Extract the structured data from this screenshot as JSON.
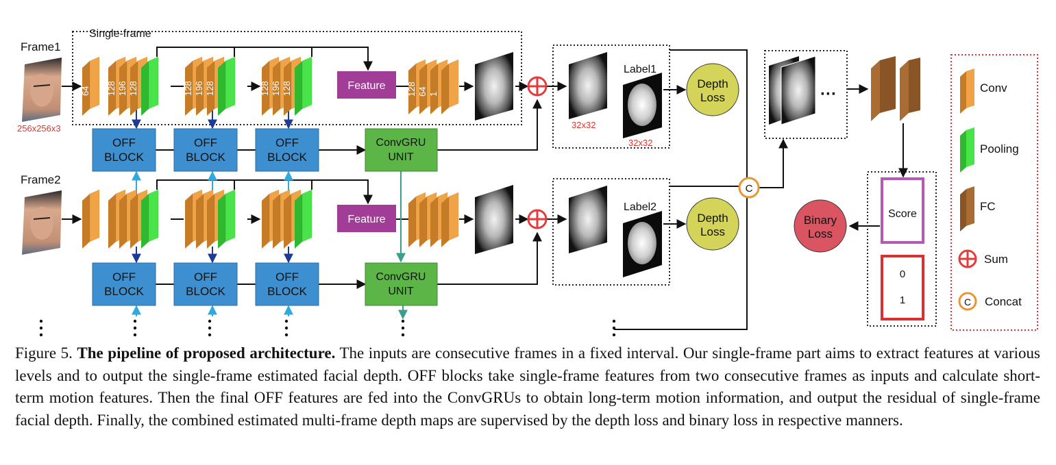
{
  "figure": {
    "single_frame_label": "Single-frame",
    "frame1_label": "Frame1",
    "frame2_label": "Frame2",
    "input_size": "256x256x3",
    "conv_channels": {
      "first": "64",
      "a": "128",
      "b": "196",
      "c": "128"
    },
    "head_channels": {
      "a": "128",
      "b": "64",
      "c": "1"
    },
    "feature_label": "Feature",
    "off_block_line1": "OFF",
    "off_block_line2": "BLOCK",
    "convgru_line1": "ConvGRU",
    "convgru_line2": "UNIT",
    "label1": "Label1",
    "label2": "Label2",
    "depth_map_size": "32x32",
    "label_size": "32x32",
    "depth_loss_line1": "Depth",
    "depth_loss_line2": "Loss",
    "binary_loss_line1": "Binary",
    "binary_loss_line2": "Loss",
    "score_label": "Score",
    "score_values": [
      "0",
      "1"
    ],
    "ellipsis": "···",
    "concat_symbol": "C",
    "legend": {
      "conv": "Conv",
      "pooling": "Pooling",
      "fc": "FC",
      "sum": "Sum",
      "concat": "Concat"
    },
    "colors": {
      "conv": "#F0A447",
      "pooling": "#49E44A",
      "fc": "#A96C33",
      "feature": "#A23D97",
      "off_block": "#3D8FCF",
      "convgru": "#5CB647",
      "depth_loss": "#D4D35A",
      "binary_loss": "#DA5561",
      "sum": "#E53B3B",
      "concat": "#E89536",
      "score_box": "#B55AB4",
      "binary_box": "#D93030",
      "size_text": "#E2342E"
    }
  },
  "caption": {
    "prefix": "Figure 5.",
    "title": "The pipeline of proposed architecture.",
    "body": "The inputs are consecutive frames in a fixed interval. Our single-frame part aims to extract features at various levels and to output the single-frame estimated facial depth. OFF blocks take single-frame features from two consecutive frames as inputs and calculate short-term motion features. Then the final OFF features are fed into the ConvGRUs to obtain long-term motion information, and output the residual of single-frame facial depth. Finally, the combined estimated multi-frame depth maps are supervised by the depth loss and binary loss in respective manners."
  }
}
